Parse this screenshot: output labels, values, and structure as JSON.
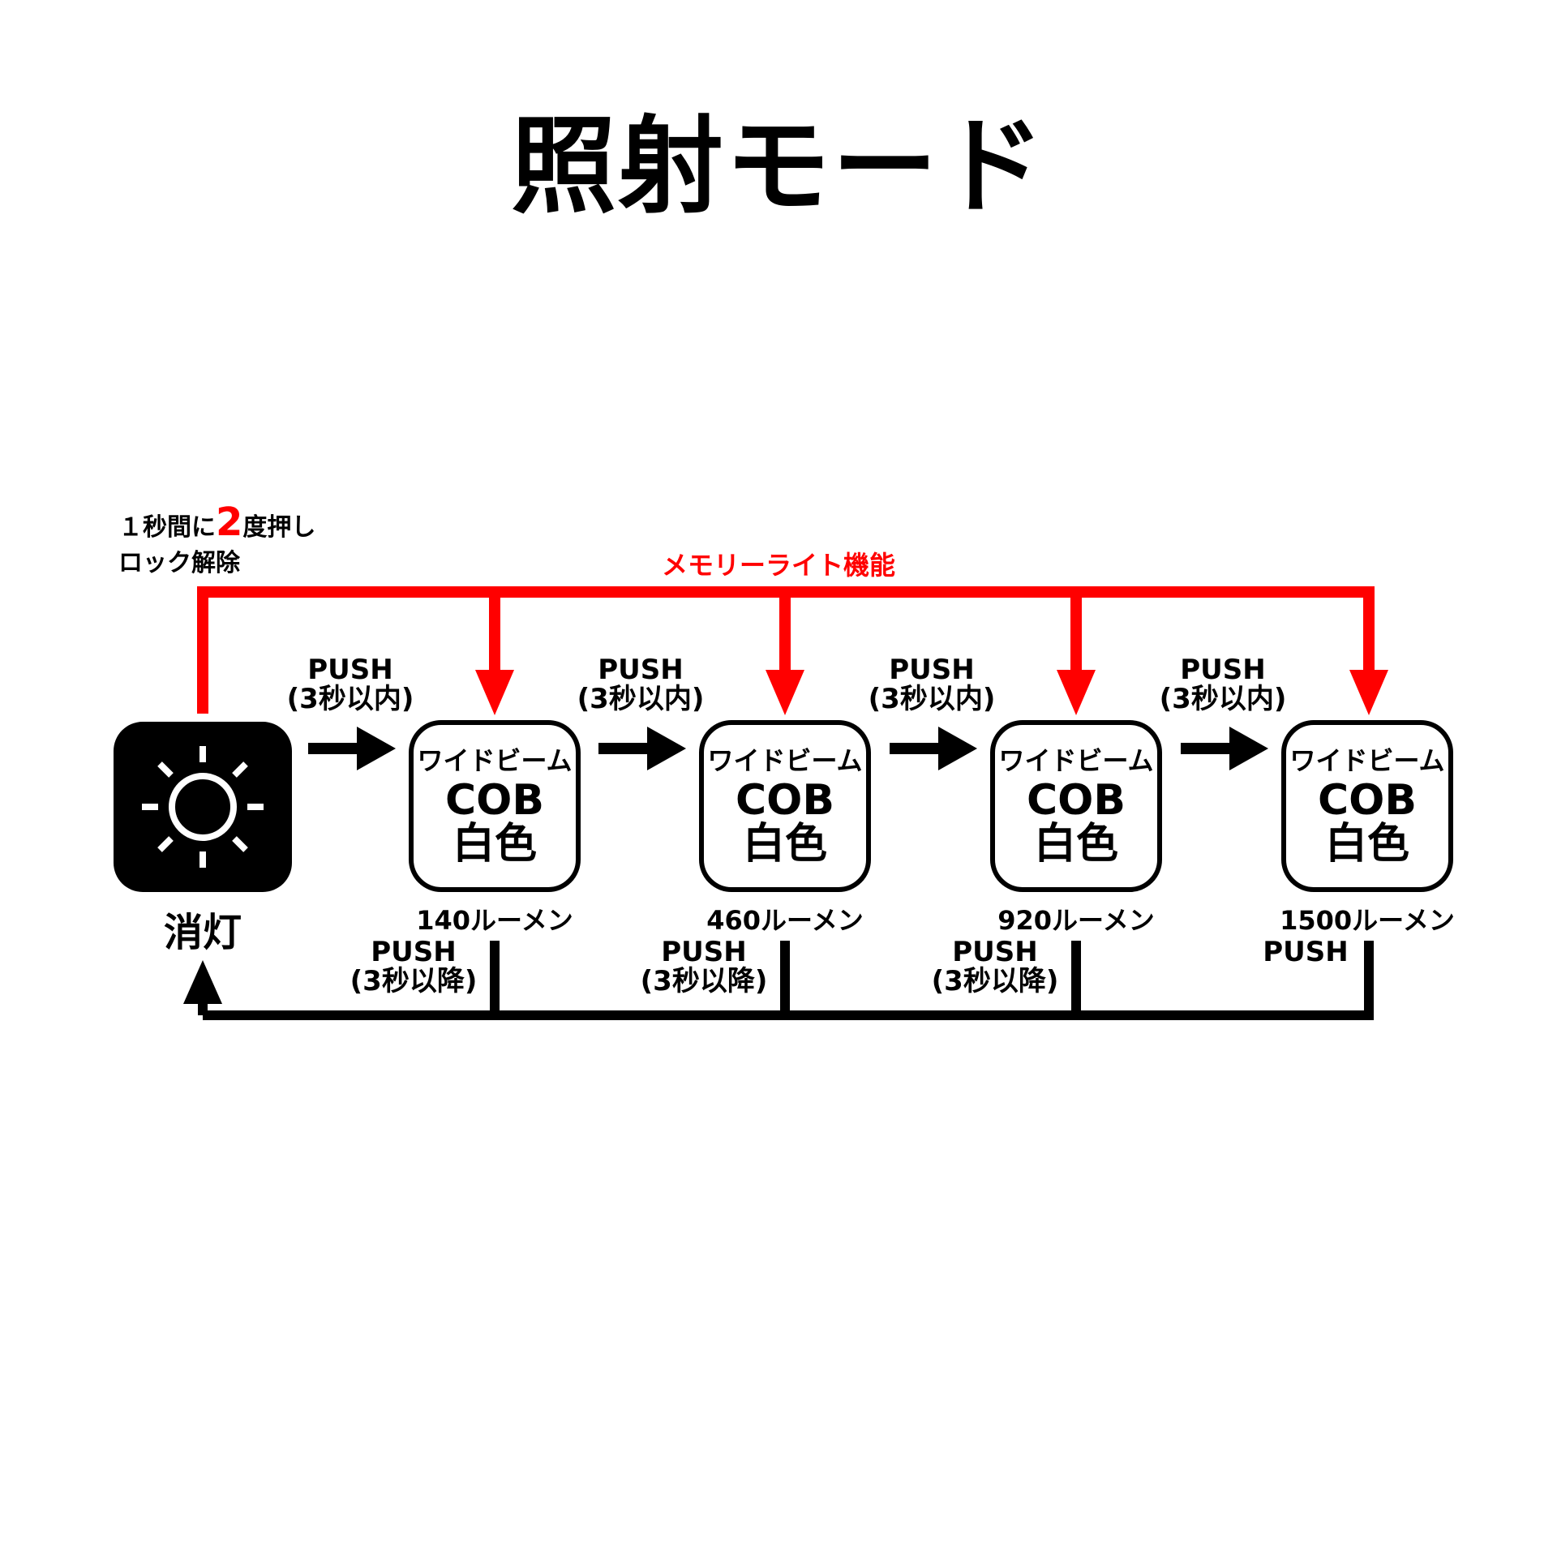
{
  "title": "照射モード",
  "unlock": {
    "line1_prefix": "１秒間に",
    "line1_number": "2",
    "line1_suffix": "度押し",
    "line2": "ロック解除"
  },
  "memory_label": "メモリーライト機能",
  "off_state": {
    "icon": "sun-icon",
    "label": "消灯"
  },
  "modes": [
    {
      "line1": "ワイドビーム",
      "line2": "COB",
      "line3": "白色",
      "lumen": "140ルーメン"
    },
    {
      "line1": "ワイドビーム",
      "line2": "COB",
      "line3": "白色",
      "lumen": "460ルーメン"
    },
    {
      "line1": "ワイドビーム",
      "line2": "COB",
      "line3": "白色",
      "lumen": "920ルーメン"
    },
    {
      "line1": "ワイドビーム",
      "line2": "COB",
      "line3": "白色",
      "lumen": "1500ルーメン"
    }
  ],
  "forward_labels": [
    {
      "line1": "PUSH",
      "line2": "(3秒以内)"
    },
    {
      "line1": "PUSH",
      "line2": "(3秒以内)"
    },
    {
      "line1": "PUSH",
      "line2": "(3秒以内)"
    },
    {
      "line1": "PUSH",
      "line2": "(3秒以内)"
    }
  ],
  "return_labels": [
    {
      "line1": "PUSH",
      "line2": "(3秒以降)"
    },
    {
      "line1": "PUSH",
      "line2": "(3秒以降)"
    },
    {
      "line1": "PUSH",
      "line2": "(3秒以降)"
    },
    {
      "line1": "PUSH",
      "line2": ""
    }
  ],
  "colors": {
    "memory": "#ff0000",
    "flow": "#000000"
  }
}
